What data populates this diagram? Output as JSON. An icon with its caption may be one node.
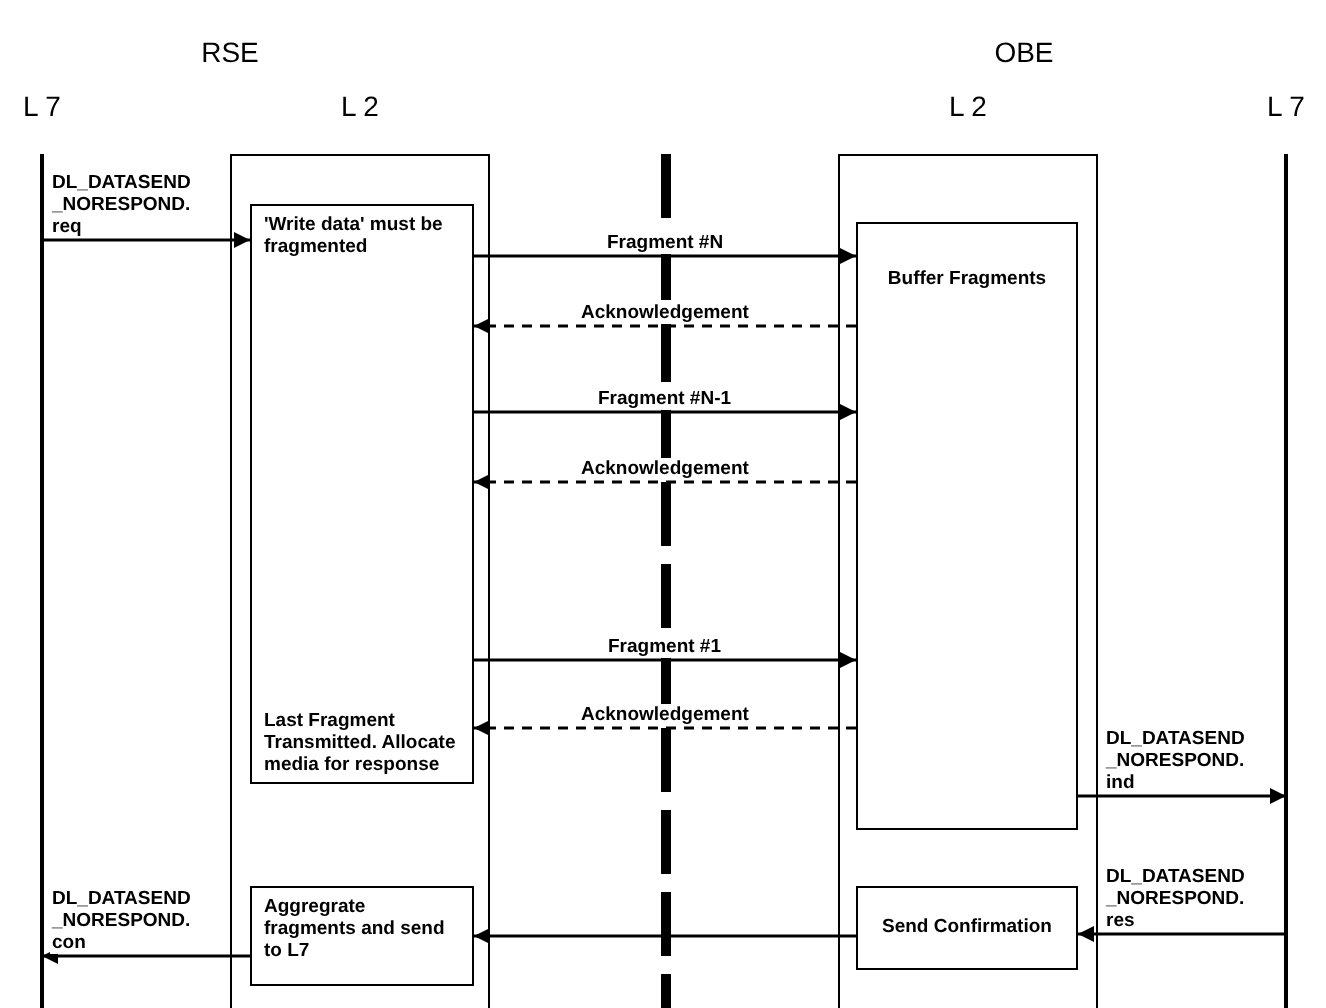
{
  "diagram": {
    "nodes": [
      {
        "text": [
          "L 7"
        ]
      },
      {
        "text": [
          "L 2"
        ]
      },
      {
        "text": [
          "'Write data' must be fragmented",
          "Last Fragment Transmitted. Allocate media for response"
        ],
        "in": 1
      },
      {
        "text": [
          "Aggregrate fragments and send to L7"
        ],
        "in": 1
      },
      {
        "text": [
          "L 2"
        ]
      },
      {
        "text": [
          "Buffer Fragments"
        ],
        "in": 4
      },
      {
        "text": [
          "Send Confirmation"
        ],
        "in": 4
      },
      {
        "text": [
          "L 7"
        ]
      }
    ],
    "edges": [
      {
        "from": 0,
        "to": 2,
        "arrow": "to",
        "label": "DL_DATASEND _NORESPOND. req"
      },
      {
        "from": 2,
        "to": 5,
        "arrow": "to",
        "label": "Fragment #N"
      },
      {
        "from": 5,
        "to": 2,
        "arrow": "to",
        "label": "Acknowledgement",
        "style": "dashed"
      },
      {
        "from": 2,
        "to": 5,
        "arrow": "to",
        "label": "Fragment #N-1"
      },
      {
        "from": 5,
        "to": 2,
        "arrow": "to",
        "label": "Acknowledgement",
        "style": "dashed"
      },
      {
        "from": 2,
        "to": 5,
        "arrow": "to",
        "label": "Fragment #1"
      },
      {
        "from": 5,
        "to": 2,
        "arrow": "to",
        "label": "Acknowledgement",
        "style": "dashed"
      },
      {
        "from": 5,
        "to": 7,
        "arrow": "to",
        "label": "DL_DATASEND _NORESPOND. ind"
      },
      {
        "from": 7,
        "to": 6,
        "arrow": "to",
        "label": "DL_DATASEND _NORESPOND. res"
      },
      {
        "from": 6,
        "to": 3,
        "arrow": "to"
      },
      {
        "from": 3,
        "to": 0,
        "arrow": "to",
        "label": "DL_DATASEND _NORESPOND. con"
      }
    ],
    "labels": [
      "RSE",
      "OBE"
    ]
  }
}
